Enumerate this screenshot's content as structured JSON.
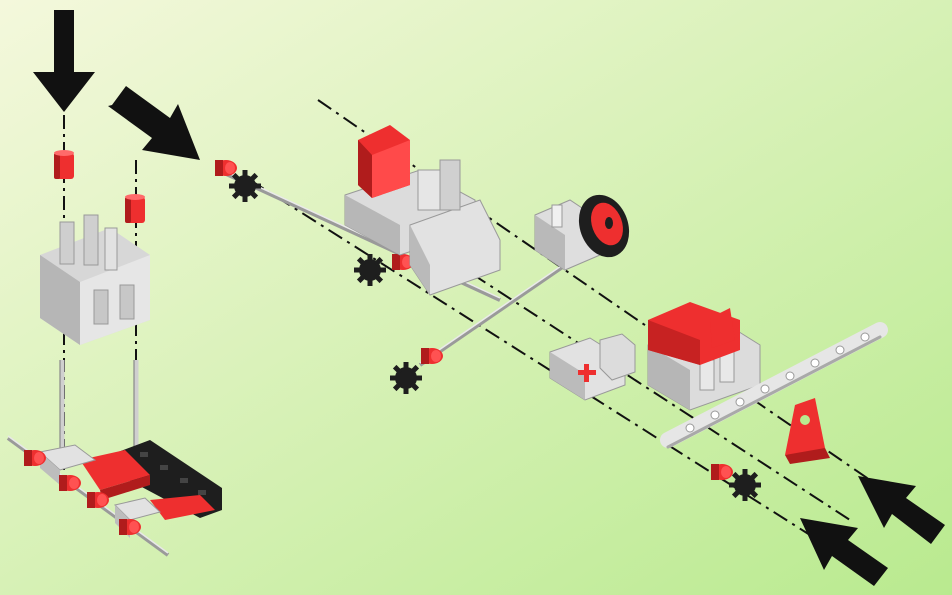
{
  "diagram": {
    "kind": "exploded assembly instruction",
    "colors": {
      "background_start": "#f4f8dc",
      "background_end": "#b9ea8f",
      "part_gray": "#dcdcdc",
      "part_gray_shade": "#a9a9a9",
      "part_red": "#ee2f2f",
      "part_red_shade": "#b01c1c",
      "part_black": "#1e1e1e",
      "axle": "#cfcfcf",
      "arrow": "#111111",
      "centerline": "#111111"
    },
    "arrows": [
      {
        "direction": "down",
        "icon": "arrow-down-icon"
      },
      {
        "direction": "down-right",
        "icon": "arrow-diagonal-icon"
      },
      {
        "direction": "up-left",
        "icon": "arrow-diagonal-icon"
      },
      {
        "direction": "up-left",
        "icon": "arrow-diagonal-icon"
      }
    ],
    "parts": [
      "red-bushing",
      "gray-building-block",
      "black-gear",
      "red-hub",
      "metal-axle",
      "red-wheel",
      "perforated-strip",
      "red-angle-plate",
      "black-track-segment",
      "axle-holder-block"
    ]
  }
}
